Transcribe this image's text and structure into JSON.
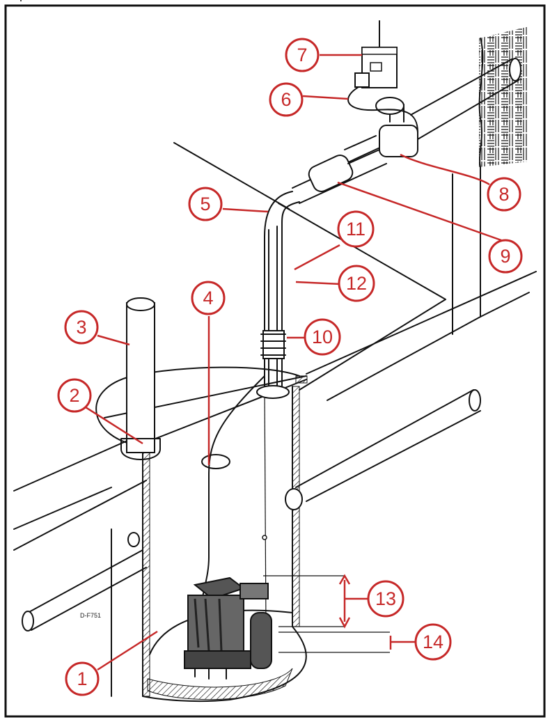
{
  "drawing_code": "D-F751",
  "callouts": [
    {
      "label": "1"
    },
    {
      "label": "2"
    },
    {
      "label": "3"
    },
    {
      "label": "4"
    },
    {
      "label": "5"
    },
    {
      "label": "6"
    },
    {
      "label": "7"
    },
    {
      "label": "8"
    },
    {
      "label": "9"
    },
    {
      "label": "10"
    },
    {
      "label": "11"
    },
    {
      "label": "12"
    },
    {
      "label": "13"
    },
    {
      "label": "14"
    }
  ],
  "colors": {
    "callout": "#c62828",
    "line_art": "#111111",
    "frame": "#111111",
    "background": "#ffffff"
  }
}
